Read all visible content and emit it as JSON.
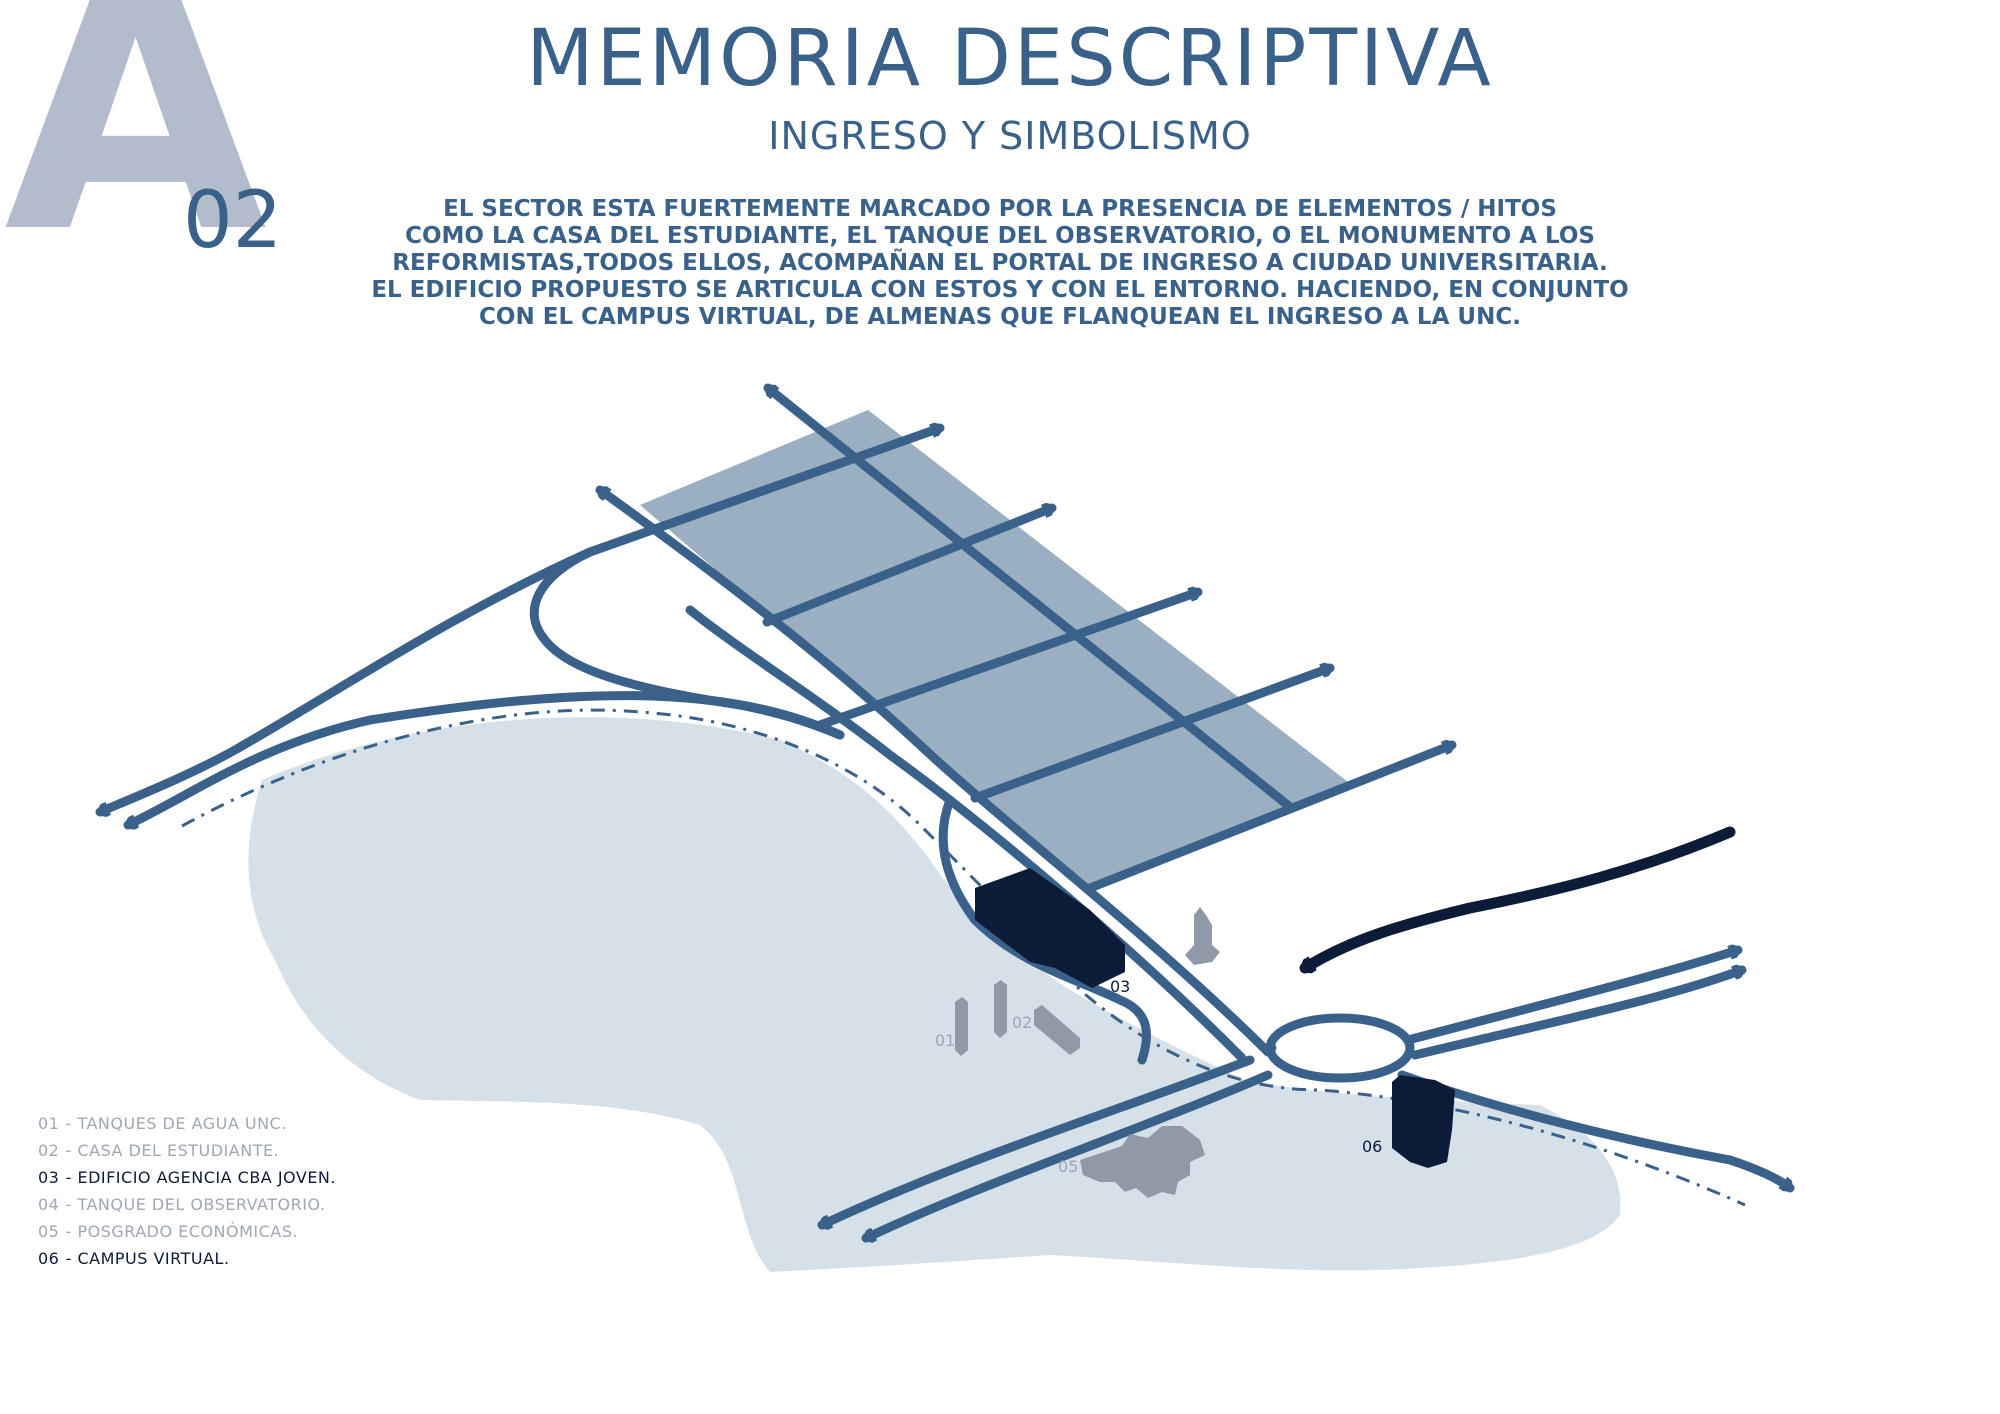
{
  "header": {
    "letter": "A",
    "sheet_number": "02",
    "title": "MEMORIA DESCRIPTIVA",
    "subtitle": "INGRESO Y SIMBOLISMO",
    "description_lines": [
      "EL SECTOR ESTA  FUERTEMENTE MARCADO POR LA PRESENCIA DE  ELEMENTOS / HITOS",
      "COMO LA CASA DEL ESTUDIANTE, EL TANQUE DEL OBSERVATORIO, O EL MONUMENTO A LOS",
      "REFORMISTAS,TODOS ELLOS, ACOMPAÑAN EL PORTAL DE INGRESO A CIUDAD UNIVERSITARIA.",
      "EL EDIFICIO PROPUESTO SE ARTICULA CON ESTOS Y CON EL ENTORNO. HACIENDO, EN CONJUNTO",
      "CON EL CAMPUS VIRTUAL, DE ALMENAS QUE FLANQUEAN EL INGRESO A LA UNC."
    ]
  },
  "diagram": {
    "labels": {
      "m01": "01",
      "m02": "02",
      "m03": "03",
      "m05": "05",
      "m06": "06"
    }
  },
  "legend": [
    {
      "num": "01",
      "text": "- TANQUES DE AGUA UNC.",
      "highlight": false
    },
    {
      "num": "02",
      "text": "- CASA DEL ESTUDIANTE.",
      "highlight": false
    },
    {
      "num": "03",
      "text": "- EDIFICIO AGENCIA CBA JOVEN.",
      "highlight": true
    },
    {
      "num": "04",
      "text": "- TANQUE DEL OBSERVATORIO.",
      "highlight": false
    },
    {
      "num": "05",
      "text": "- POSGRADO ECONÓMICAS.",
      "highlight": false
    },
    {
      "num": "06",
      "text": "- CAMPUS VIRTUAL.",
      "highlight": true
    }
  ],
  "colors": {
    "road": "#3a6189",
    "grid_block": "#9aafc2",
    "ground": "#d6e0e9",
    "highlight_building": "#0c1b38",
    "context_building": "#8f99a8",
    "legend_muted": "#9fa7b3",
    "background": "#ffffff"
  }
}
